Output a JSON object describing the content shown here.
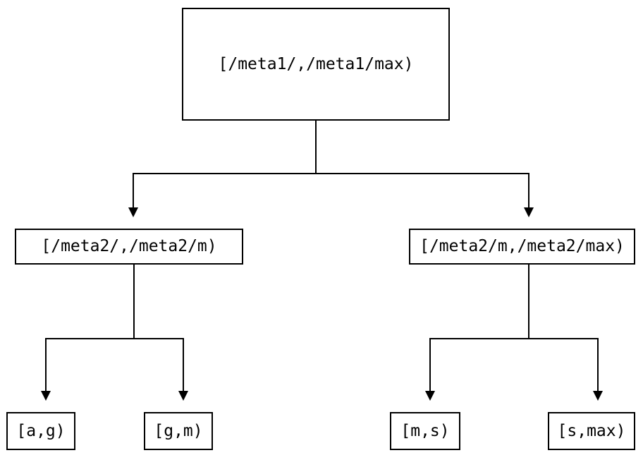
{
  "diagram": {
    "type": "tree",
    "title": "",
    "orientation": "top-down",
    "colors": {
      "line": "#000000",
      "box_border": "#000000",
      "box_fill": "#ffffff",
      "text": "#000000",
      "background": "#ffffff"
    },
    "nodes": {
      "root": {
        "label": "[/meta1/,/meta1/max)",
        "level": 0
      },
      "level2": [
        {
          "label": "[/meta2/,/meta2/m)",
          "level": 1
        },
        {
          "label": "[/meta2/m,/meta2/max)",
          "level": 1
        }
      ],
      "leaves": [
        {
          "label": "[a,g)",
          "level": 2
        },
        {
          "label": "[g,m)",
          "level": 2
        },
        {
          "label": "[m,s)",
          "level": 2
        },
        {
          "label": "[s,max)",
          "level": 2
        }
      ]
    },
    "edges": [
      {
        "from": "[/meta1/,/meta1/max)",
        "to": "[/meta2/,/meta2/m)",
        "arrow": "down"
      },
      {
        "from": "[/meta1/,/meta1/max)",
        "to": "[/meta2/m,/meta2/max)",
        "arrow": "down"
      },
      {
        "from": "[/meta2/,/meta2/m)",
        "to": "[a,g)",
        "arrow": "down"
      },
      {
        "from": "[/meta2/,/meta2/m)",
        "to": "[g,m)",
        "arrow": "down"
      },
      {
        "from": "[/meta2/m,/meta2/max)",
        "to": "[m,s)",
        "arrow": "down"
      },
      {
        "from": "[/meta2/m,/meta2/max)",
        "to": "[s,max)",
        "arrow": "down"
      }
    ]
  }
}
